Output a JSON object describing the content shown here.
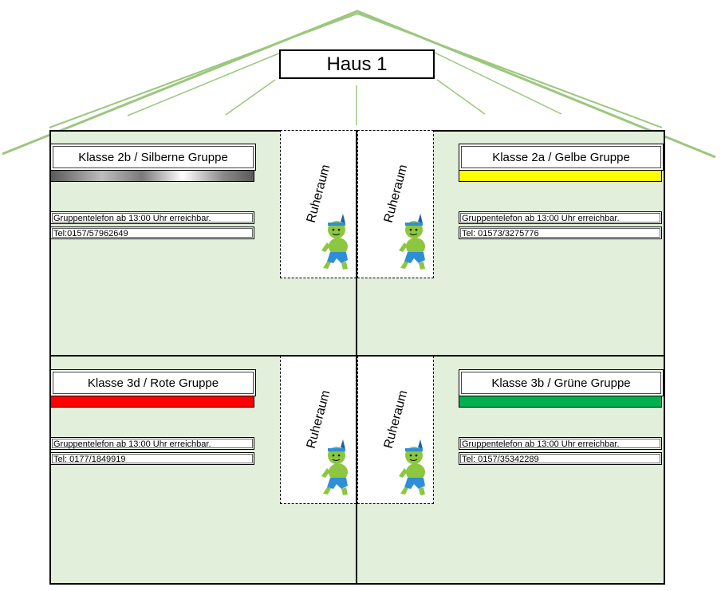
{
  "title": "Haus 1",
  "rooms": [
    {
      "name": "Klasse 2b / Silberne Gruppe",
      "color": "silver",
      "info": "Gruppentelefon ab 13:00 Uhr erreichbar.",
      "tel": "Tel:0157/57962649"
    },
    {
      "name": "Klasse 2a / Gelbe Gruppe",
      "color": "#ffff00",
      "info": "Gruppentelefon ab 13:00 Uhr erreichbar.",
      "tel": "Tel: 01573/3275776"
    },
    {
      "name": "Klasse 3d / Rote Gruppe",
      "color": "#ff0000",
      "info": "Gruppentelefon ab 13:00 Uhr erreichbar.",
      "tel": "Tel: 0177/1849919"
    },
    {
      "name": "Klasse 3b / Grüne Gruppe",
      "color": "#00b050",
      "info": "Gruppentelefon ab 13:00 Uhr erreichbar.",
      "tel": "Tel: 0157/35342289"
    }
  ],
  "rest_rooms": {
    "label": "Ruheraum"
  },
  "colors": {
    "roof": "#9bc77e",
    "house_fill": "#e2efda"
  }
}
